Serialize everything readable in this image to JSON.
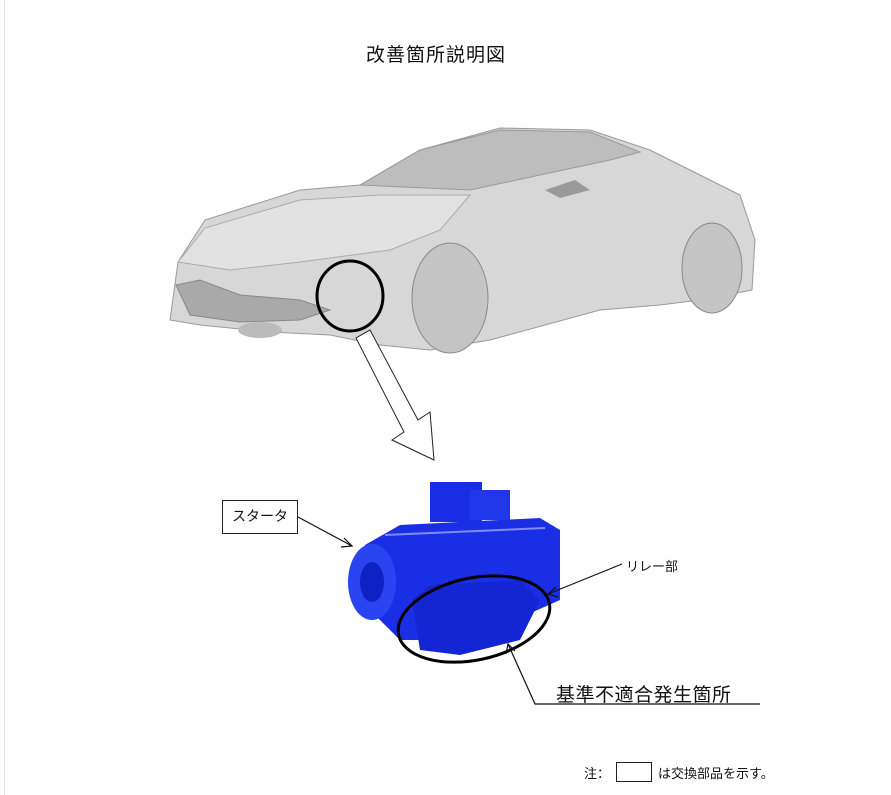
{
  "title": "改善箇所説明図",
  "labels": {
    "starter": "スタータ",
    "relay": "リレー部",
    "defect_location": "基準不適合発生箇所"
  },
  "note": {
    "prefix": "注：",
    "suffix": "は交換部品を示す。"
  },
  "colors": {
    "car": "#d4d4d4",
    "starter": "#1a2ee6",
    "line": "#111111"
  }
}
